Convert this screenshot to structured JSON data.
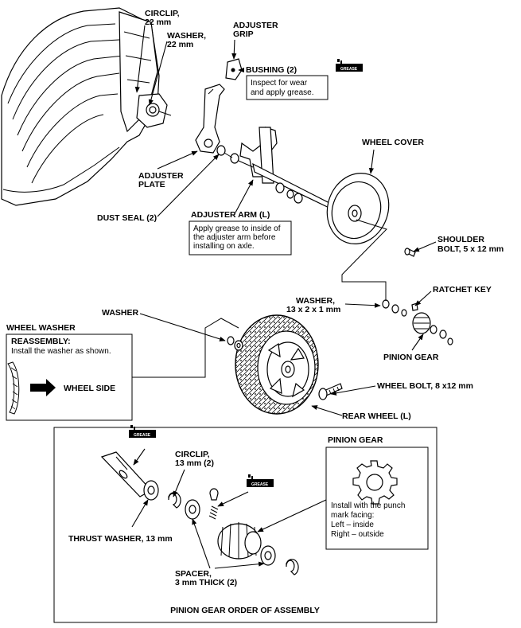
{
  "labels": {
    "circlip_22": [
      "CIRCLIP,",
      "22 mm"
    ],
    "washer_22": [
      "WASHER,",
      "22 mm"
    ],
    "adjuster_grip": [
      "ADJUSTER",
      "GRIP"
    ],
    "bushing": "BUSHING (2)",
    "adjuster_plate": [
      "ADJUSTER",
      "PLATE"
    ],
    "dust_seal": "DUST SEAL (2)",
    "adjuster_arm": "ADJUSTER ARM (L)",
    "wheel_cover": "WHEEL COVER",
    "shoulder_bolt": [
      "SHOULDER",
      "BOLT, 5 x 12 mm"
    ],
    "ratchet_key": "RATCHET KEY",
    "washer_13": [
      "WASHER,",
      "13 x 2 x 1 mm"
    ],
    "washer": "WASHER",
    "wheel_washer": "WHEEL WASHER",
    "pinion_gear": "PINION GEAR",
    "wheel_bolt": "WHEEL BOLT, 8 x12 mm",
    "rear_wheel": "REAR WHEEL (L)",
    "circlip_13": [
      "CIRCLIP,",
      "13 mm (2)"
    ],
    "thrust_washer": "THRUST WASHER, 13 mm",
    "spacer": [
      "SPACER,",
      "3 mm THICK (2)"
    ],
    "pinion_gear_detail": "PINION GEAR",
    "wheel_side": "WHEEL SIDE"
  },
  "notes": {
    "bushing_note": [
      "Inspect for wear",
      "and apply grease."
    ],
    "adjuster_arm_note": [
      "Apply grease to inside of",
      "the adjuster arm before",
      "installing on axle."
    ],
    "reassembly_title": "REASSEMBLY:",
    "reassembly_text": "Install the washer as shown.",
    "pinion_note": [
      "Install with the punch",
      "mark facing:",
      "",
      "Left – inside",
      "Right – outside"
    ]
  },
  "grease_tag": "GREASE",
  "caption": "PINION GEAR ORDER OF ASSEMBLY"
}
